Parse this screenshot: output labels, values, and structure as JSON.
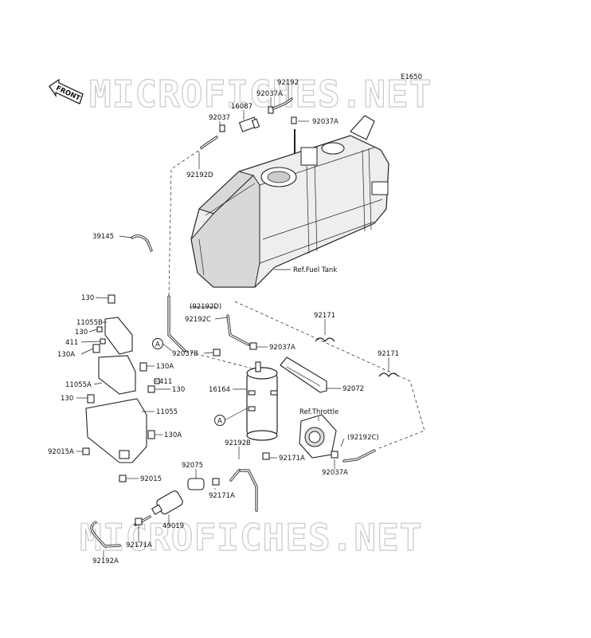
{
  "diagram": {
    "code": "E1650",
    "front_label": "FRONT",
    "watermarks": [
      "MICROFICHES.NET",
      "MICROFICHES.NET"
    ],
    "labels": {
      "p92192": "92192",
      "p92037A_top": "92037A",
      "p16087": "16087",
      "p92037_top": "92037",
      "p92037A_right": "92037A",
      "p92192D": "92192D",
      "p39145": "39145",
      "ref_fuel_tank": "Ref.Fuel Tank",
      "p130_a": "130",
      "p11055B": "11055B",
      "p130_b": "130",
      "p411_a": "411",
      "p130A_a": "130A",
      "p130A_b": "130A",
      "p411_b": "411",
      "p130_c": "130",
      "p11055A": "11055A",
      "p130_d": "130",
      "p11055": "11055",
      "p130A_c": "130A",
      "p92015A": "92015A",
      "p92015": "92015",
      "p92192D_paren": "(92192D)",
      "p92192C": "92192C",
      "p92037B": "92037B",
      "p92037A_mid": "92037A",
      "p92171_a": "92171",
      "p92171_b": "92171",
      "p16164": "16164",
      "p92072": "92072",
      "ref_throttle": "Ref.Throttle",
      "p92192C_paren": "(92192C)",
      "p92192B": "92192B",
      "p92171A_a": "92171A",
      "p92037A_bottom": "92037A",
      "p92075": "92075",
      "p92171A_b": "92171A",
      "p49019": "49019",
      "p92171A_c": "92171A",
      "p92192A": "92192A",
      "circle_a1": "A",
      "circle_a2": "A"
    }
  }
}
